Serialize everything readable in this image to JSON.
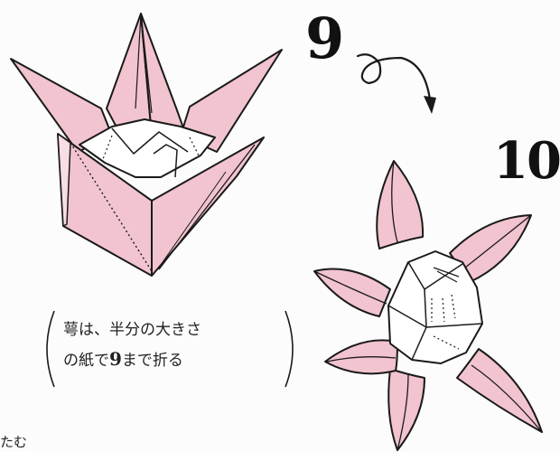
{
  "steps": {
    "left": "9",
    "right": "10"
  },
  "note": {
    "line1": "萼は、半分の大きさ",
    "line2_prefix": "の紙で",
    "line2_number": "9",
    "line2_suffix": "まで折る"
  },
  "cut_text": "たむ",
  "colors": {
    "petal": "#f2c4cf",
    "petal_light": "#f8dde3",
    "inner": "#ffffff",
    "outline": "#1a1a1a"
  }
}
